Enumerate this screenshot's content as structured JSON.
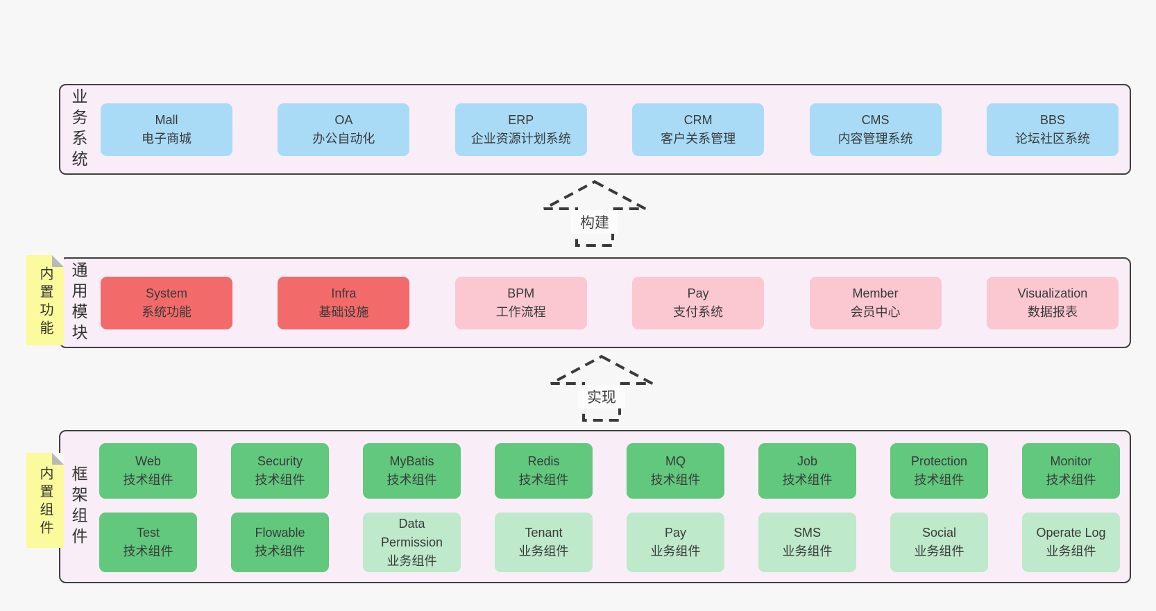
{
  "layers": {
    "business": {
      "label": "业务系统",
      "boxes": [
        {
          "name": "Mall",
          "desc": "电子商城"
        },
        {
          "name": "OA",
          "desc": "办公自动化"
        },
        {
          "name": "ERP",
          "desc": "企业资源计划系统"
        },
        {
          "name": "CRM",
          "desc": "客户关系管理"
        },
        {
          "name": "CMS",
          "desc": "内容管理系统"
        },
        {
          "name": "BBS",
          "desc": "论坛社区系统"
        }
      ]
    },
    "modules": {
      "label": "通用模块",
      "note": "内置功能",
      "boxes": [
        {
          "name": "System",
          "desc": "系统功能"
        },
        {
          "name": "Infra",
          "desc": "基础设施"
        },
        {
          "name": "BPM",
          "desc": "工作流程"
        },
        {
          "name": "Pay",
          "desc": "支付系统"
        },
        {
          "name": "Member",
          "desc": "会员中心"
        },
        {
          "name": "Visualization",
          "desc": "数据报表"
        }
      ]
    },
    "components": {
      "label": "框架组件",
      "note": "内置组件",
      "row1": [
        {
          "name": "Web",
          "desc": "技术组件"
        },
        {
          "name": "Security",
          "desc": "技术组件"
        },
        {
          "name": "MyBatis",
          "desc": "技术组件"
        },
        {
          "name": "Redis",
          "desc": "技术组件"
        },
        {
          "name": "MQ",
          "desc": "技术组件"
        },
        {
          "name": "Job",
          "desc": "技术组件"
        },
        {
          "name": "Protection",
          "desc": "技术组件"
        },
        {
          "name": "Monitor",
          "desc": "技术组件"
        }
      ],
      "row2": [
        {
          "name": "Test",
          "desc": "技术组件"
        },
        {
          "name": "Flowable",
          "desc": "技术组件"
        },
        {
          "name": "Data Permission",
          "desc": "业务组件"
        },
        {
          "name": "Tenant",
          "desc": "业务组件"
        },
        {
          "name": "Pay",
          "desc": "业务组件"
        },
        {
          "name": "SMS",
          "desc": "业务组件"
        },
        {
          "name": "Social",
          "desc": "业务组件"
        },
        {
          "name": "Operate Log",
          "desc": "业务组件"
        }
      ]
    }
  },
  "arrows": {
    "build": "构建",
    "implement": "实现"
  },
  "colors": {
    "page_bg": "#f7f7f7",
    "panel_bg": "#f9edf7",
    "panel_border": "#3f3f3f",
    "business_box": "#a9dbf6",
    "core_module_box": "#f26a6a",
    "optional_module_box": "#fbc7d1",
    "tech_component_box": "#61c87d",
    "biz_component_box": "#bee9ca",
    "sticky_note": "#fbfa9c",
    "sticky_fold": "#b9b9b9",
    "text": "#3a3a3a",
    "arrow_stroke": "#3a3a3a"
  }
}
